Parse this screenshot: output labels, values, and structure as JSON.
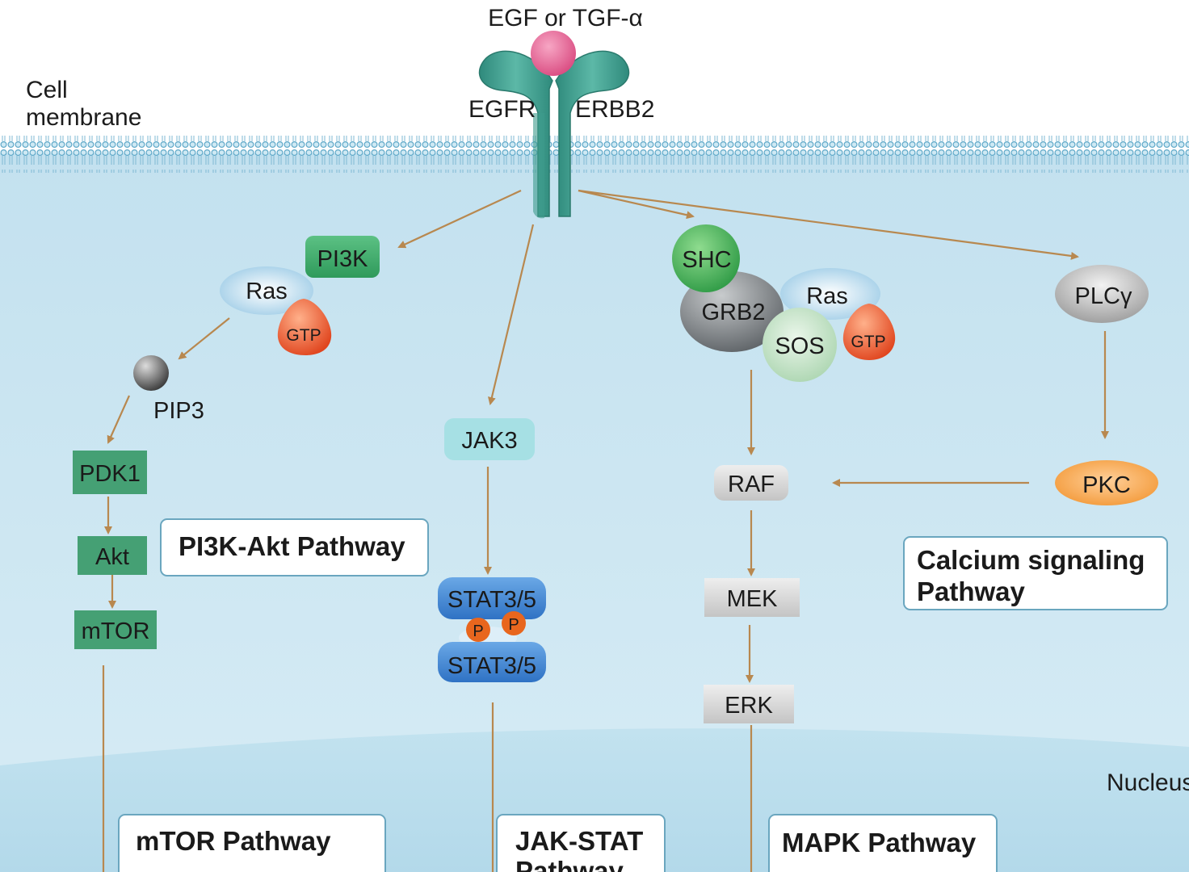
{
  "ligand": "EGF or TGF-α",
  "membrane_label": [
    "Cell",
    "membrane"
  ],
  "receptor_left": "EGFR",
  "receptor_right": "ERBB2",
  "nucleus_label": "Nucleus",
  "nodes": {
    "pi3k": "PI3K",
    "ras_left": "Ras",
    "gtp_left": "GTP",
    "pip3": "PIP3",
    "pdk1": "PDK1",
    "akt": "Akt",
    "mtor": "mTOR",
    "jak3": "JAK3",
    "stat_top": "STAT3/5",
    "stat_bottom": "STAT3/5",
    "p1": "P",
    "p2": "P",
    "shc": "SHC",
    "grb2": "GRB2",
    "ras_right": "Ras",
    "sos": "SOS",
    "gtp_right": "GTP",
    "raf": "RAF",
    "mek": "MEK",
    "erk": "ERK",
    "plcg": "PLCγ",
    "pkc": "PKC"
  },
  "pathways": {
    "pi3k_akt": "PI3K-Akt Pathway",
    "calcium": [
      "Calcium signaling",
      "Pathway"
    ],
    "mtor": "mTOR Pathway",
    "jak_stat": [
      "JAK-STAT",
      "Pathway"
    ],
    "mapk": "MAPK Pathway"
  },
  "colors": {
    "arrow": "#b8884f",
    "cytoplasm": "#cde6f2",
    "nucleus": "#b7dcec",
    "receptor": "#3d9b8c",
    "ligand": "#e0608f"
  }
}
